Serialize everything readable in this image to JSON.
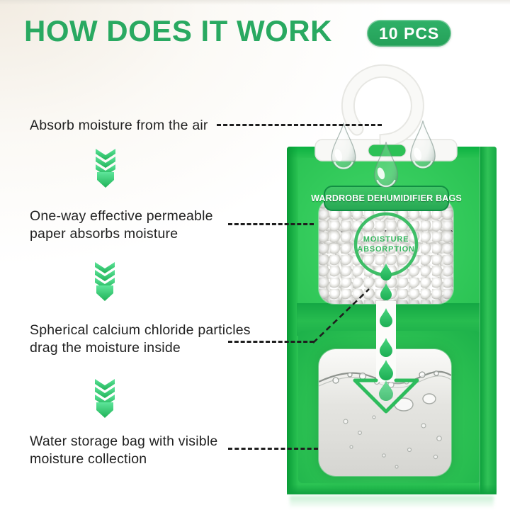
{
  "header": {
    "title": "HOW DOES IT WORK",
    "badge": "10 PCS"
  },
  "steps": [
    {
      "lines": [
        "Absorb moisture from the air"
      ]
    },
    {
      "lines": [
        "One-way effective permeable",
        "paper absorbs moisture"
      ]
    },
    {
      "lines": [
        "Spherical calcium chloride particles",
        "drag the moisture inside"
      ]
    },
    {
      "lines": [
        "Water storage bag with visible",
        "moisture collection"
      ]
    }
  ],
  "bag": {
    "label": "WARDROBE DEHUMIDIFIER BAGS",
    "moisture_circle_lines": [
      "MOISTURE",
      "ABSORPTION"
    ]
  },
  "icons": {
    "step_arrow": "triple-chevron-down-arrow",
    "hook": "hanger-hook",
    "drops": "water-droplet",
    "flow": "green-droplet-flow-down-arrow"
  },
  "colors": {
    "brand_green": "#29a961",
    "bag_green": "#2bc353",
    "bag_dark_green": "#0fae41",
    "arrow_green_light": "#57e093",
    "arrow_green_dark": "#22b45b",
    "label_border_green": "#128f43",
    "text_color": "#222222",
    "connector_color": "#1e1e1e"
  }
}
